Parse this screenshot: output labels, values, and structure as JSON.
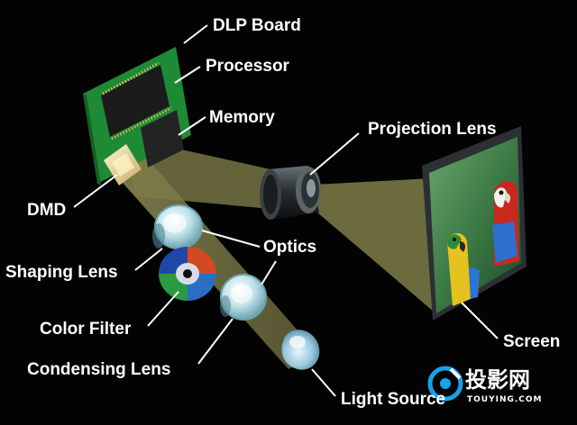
{
  "labels": {
    "dlp_board": "DLP Board",
    "processor": "Processor",
    "memory": "Memory",
    "projection_lens": "Projection Lens",
    "dmd": "DMD",
    "optics": "Optics",
    "shaping_lens": "Shaping Lens",
    "color_filter": "Color Filter",
    "condensing_lens": "Condensing Lens",
    "screen": "Screen",
    "light_source": "Light Source"
  },
  "watermark": {
    "brand": "投影网",
    "domain": "TOUYING.COM"
  },
  "colors": {
    "background": "#030303",
    "board_green": "#1f8a35",
    "light_beam": "#a9a86a",
    "label_text": "#ffffff",
    "watermark_blue": "#1aa0e6"
  }
}
